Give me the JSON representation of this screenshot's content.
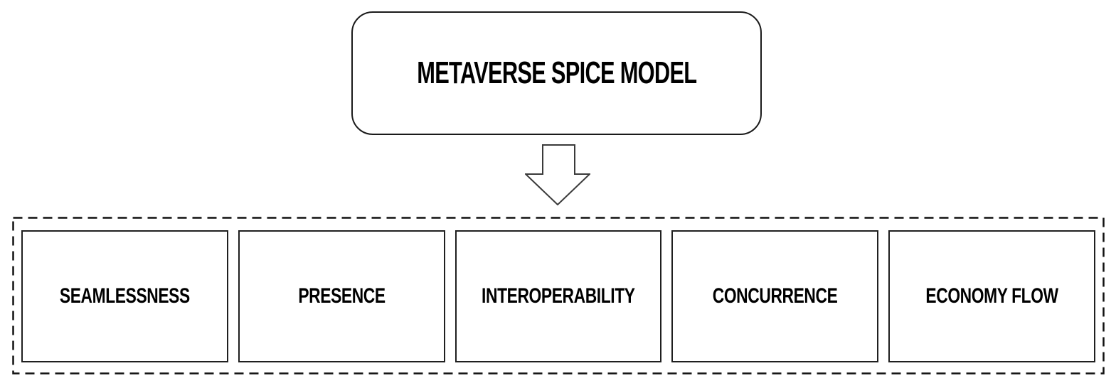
{
  "diagram": {
    "title": "METAVERSE SPICE MODEL",
    "arrow": {
      "icon": "down-block-arrow-icon",
      "direction": "down"
    },
    "components": [
      {
        "label": "SEAMLESSNESS"
      },
      {
        "label": "PRESENCE"
      },
      {
        "label": "INTEROPERABILITY"
      },
      {
        "label": "CONCURRENCE"
      },
      {
        "label": "ECONOMY FLOW"
      }
    ],
    "colors": {
      "background": "#ffffff",
      "border": "#1a1a1a",
      "text": "#000000"
    }
  }
}
